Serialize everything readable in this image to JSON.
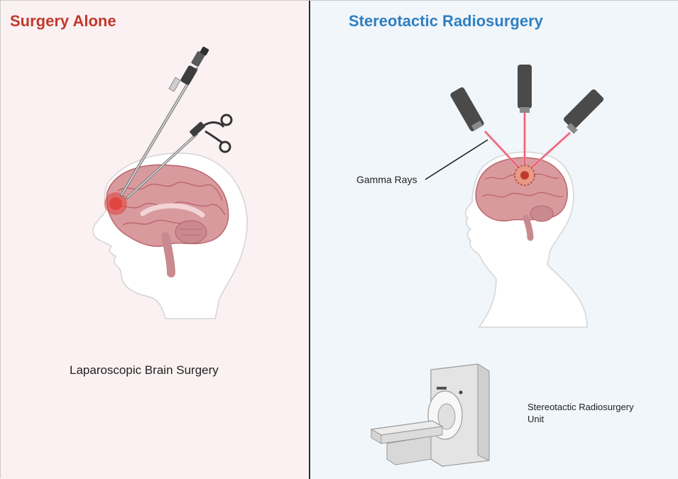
{
  "left_panel": {
    "title": "Surgery Alone",
    "title_color": "#c0392b",
    "caption": "Laparoscopic Brain Surgery",
    "background": "#fbf1f2"
  },
  "right_panel": {
    "title": "Stereotactic Radiosurgery",
    "title_color": "#2f7fc1",
    "gamma_label": "Gamma Rays",
    "unit_label_line1": "Stereotactic Radiosurgery",
    "unit_label_line2": "Unit",
    "background": "#f1f6fb"
  },
  "colors": {
    "brain": "#d99a9e",
    "brain_dark": "#b9666e",
    "lesion": "#e0403a",
    "beam": "#e0304a",
    "emitter": "#4a4a4a",
    "divider": "#2b2b2b"
  },
  "icons": {
    "surgical_tool": "laparoscope-icon",
    "grasper": "laparoscopic-grasper-icon",
    "emitter": "gamma-emitter-icon",
    "scanner": "radiosurgery-unit-icon"
  }
}
